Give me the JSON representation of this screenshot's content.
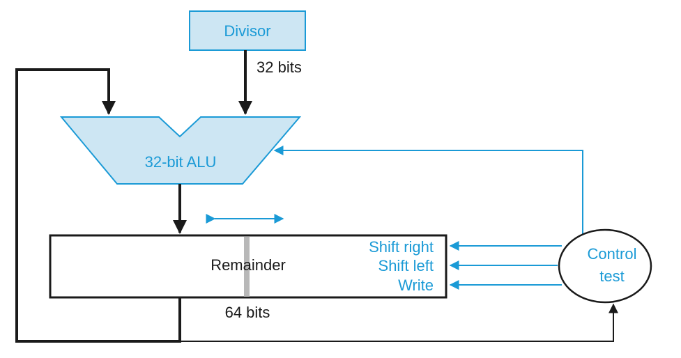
{
  "divisor": {
    "label": "Divisor",
    "width_label": "32 bits"
  },
  "alu": {
    "label": "32-bit ALU"
  },
  "remainder": {
    "label": "Remainder",
    "width_label": "64 bits"
  },
  "control": {
    "line1": "Control",
    "line2": "test",
    "signals": [
      "Shift right",
      "Shift left",
      "Write"
    ]
  },
  "colors": {
    "accent": "#1a9ad6",
    "fill": "#cde6f3",
    "line": "#1a1a1a",
    "divider": "#b8b8b8"
  }
}
